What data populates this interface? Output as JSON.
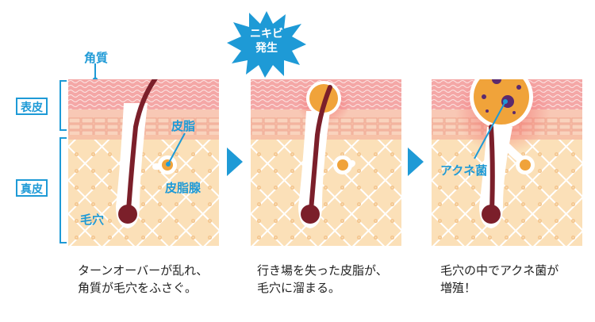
{
  "labels": {
    "kakushitsu": "角質",
    "hyohi": "表皮",
    "shinpi": "真皮",
    "hishi": "皮脂",
    "hishisen": "皮脂腺",
    "keana": "毛穴",
    "burst": [
      "ニキビ",
      "発生"
    ],
    "acne_bacteria": "アクネ菌"
  },
  "captions": [
    {
      "line1": "ターンオーバーが乱れ、",
      "line2": "角質が毛穴をふさぐ。"
    },
    {
      "line1": "行き場を失った皮脂が、",
      "line2": "毛穴に溜まる。"
    },
    {
      "line1": "毛穴の中でアクネ菌が",
      "line2": "増殖！"
    }
  ],
  "colors": {
    "accent": "#1e9ad6",
    "skin_top": "#f2a3a6",
    "dermis": "#fbe0b8",
    "hair": "#7b1f2a",
    "sebum": "#f0a33a",
    "inflamed": "#f26b6b"
  }
}
